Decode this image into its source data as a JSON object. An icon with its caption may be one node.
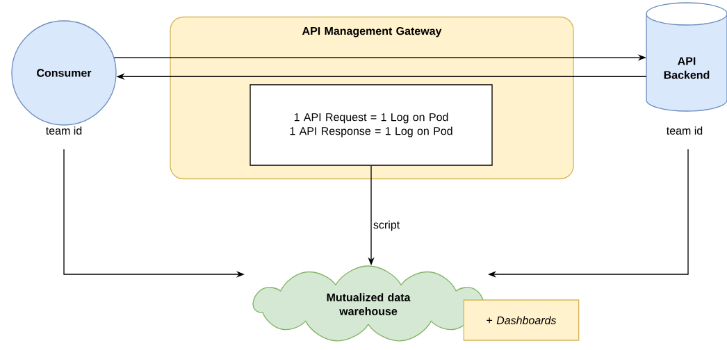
{
  "diagram": {
    "nodes": [
      {
        "text": [
          "Consumer"
        ],
        "beside": [
          "team id"
        ]
      },
      {
        "text": [
          "API Management Gateway"
        ]
      },
      {
        "text": [
          "1 API Request = 1 Log on Pod",
          "1 API Response = 1 Log on Pod"
        ],
        "in": 1
      },
      {
        "text": [
          "API Backend"
        ],
        "beside": [
          "team id"
        ]
      },
      {
        "text": [
          "Mutualized data warehouse"
        ]
      },
      {
        "text": [
          "+ *Dashboards*"
        ]
      }
    ],
    "edges": [
      {
        "from": 0,
        "to": 3,
        "arrow": "to"
      },
      {
        "from": 3,
        "to": 0,
        "arrow": "to"
      },
      {
        "from": 2,
        "to": 4,
        "arrow": "to",
        "label": "script"
      },
      {
        "from": 0,
        "to": 4,
        "arrow": "to"
      },
      {
        "from": 3,
        "to": 4,
        "arrow": "to"
      }
    ]
  }
}
